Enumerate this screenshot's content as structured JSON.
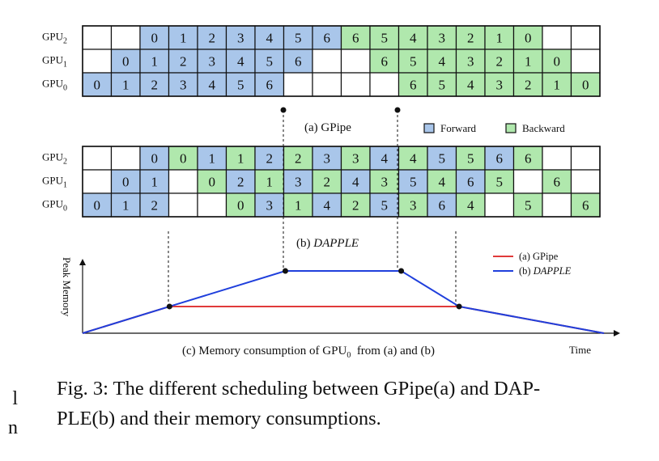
{
  "colors": {
    "forward": "#a9c6ea",
    "backward": "#b0e8ad",
    "gpipe_line": "#e03a3a",
    "dapple_line": "#1f3fdc"
  },
  "legend": {
    "forward_label": "Forward",
    "backward_label": "Backward"
  },
  "gpipe": {
    "caption": "(a) GPipe",
    "rows": [
      {
        "gpu": "GPU",
        "sub": "2",
        "cells": [
          [
            "",
            ""
          ],
          [
            "",
            ""
          ],
          [
            "F",
            "0"
          ],
          [
            "F",
            "1"
          ],
          [
            "F",
            "2"
          ],
          [
            "F",
            "3"
          ],
          [
            "F",
            "4"
          ],
          [
            "F",
            "5"
          ],
          [
            "F",
            "6"
          ],
          [
            "B",
            "6"
          ],
          [
            "B",
            "5"
          ],
          [
            "B",
            "4"
          ],
          [
            "B",
            "3"
          ],
          [
            "B",
            "2"
          ],
          [
            "B",
            "1"
          ],
          [
            "B",
            "0"
          ],
          [
            "",
            ""
          ],
          [
            "",
            ""
          ]
        ]
      },
      {
        "gpu": "GPU",
        "sub": "1",
        "cells": [
          [
            "",
            ""
          ],
          [
            "F",
            "0"
          ],
          [
            "F",
            "1"
          ],
          [
            "F",
            "2"
          ],
          [
            "F",
            "3"
          ],
          [
            "F",
            "4"
          ],
          [
            "F",
            "5"
          ],
          [
            "F",
            "6"
          ],
          [
            "",
            ""
          ],
          [
            "",
            ""
          ],
          [
            "B",
            "6"
          ],
          [
            "B",
            "5"
          ],
          [
            "B",
            "4"
          ],
          [
            "B",
            "3"
          ],
          [
            "B",
            "2"
          ],
          [
            "B",
            "1"
          ],
          [
            "B",
            "0"
          ],
          [
            "",
            ""
          ]
        ]
      },
      {
        "gpu": "GPU",
        "sub": "0",
        "cells": [
          [
            "F",
            "0"
          ],
          [
            "F",
            "1"
          ],
          [
            "F",
            "2"
          ],
          [
            "F",
            "3"
          ],
          [
            "F",
            "4"
          ],
          [
            "F",
            "5"
          ],
          [
            "F",
            "6"
          ],
          [
            "",
            ""
          ],
          [
            "",
            ""
          ],
          [
            "",
            ""
          ],
          [
            "",
            ""
          ],
          [
            "B",
            "6"
          ],
          [
            "B",
            "5"
          ],
          [
            "B",
            "4"
          ],
          [
            "B",
            "3"
          ],
          [
            "B",
            "2"
          ],
          [
            "B",
            "1"
          ],
          [
            "B",
            "0"
          ]
        ]
      }
    ]
  },
  "dapple": {
    "caption_prefix": "(b) ",
    "caption_name": "DAPPLE",
    "rows": [
      {
        "gpu": "GPU",
        "sub": "2",
        "cells": [
          [
            "",
            ""
          ],
          [
            "",
            ""
          ],
          [
            "F",
            "0"
          ],
          [
            "B",
            "0"
          ],
          [
            "F",
            "1"
          ],
          [
            "B",
            "1"
          ],
          [
            "F",
            "2"
          ],
          [
            "B",
            "2"
          ],
          [
            "F",
            "3"
          ],
          [
            "B",
            "3"
          ],
          [
            "F",
            "4"
          ],
          [
            "B",
            "4"
          ],
          [
            "F",
            "5"
          ],
          [
            "B",
            "5"
          ],
          [
            "F",
            "6"
          ],
          [
            "B",
            "6"
          ],
          [
            "",
            ""
          ],
          [
            "",
            ""
          ]
        ]
      },
      {
        "gpu": "GPU",
        "sub": "1",
        "cells": [
          [
            "",
            ""
          ],
          [
            "F",
            "0"
          ],
          [
            "F",
            "1"
          ],
          [
            "",
            ""
          ],
          [
            "B",
            "0"
          ],
          [
            "F",
            "2"
          ],
          [
            "B",
            "1"
          ],
          [
            "F",
            "3"
          ],
          [
            "B",
            "2"
          ],
          [
            "F",
            "4"
          ],
          [
            "B",
            "3"
          ],
          [
            "F",
            "5"
          ],
          [
            "B",
            "4"
          ],
          [
            "F",
            "6"
          ],
          [
            "B",
            "5"
          ],
          [
            "",
            ""
          ],
          [
            "B",
            "6"
          ],
          [
            "",
            ""
          ]
        ]
      },
      {
        "gpu": "GPU",
        "sub": "0",
        "cells": [
          [
            "F",
            "0"
          ],
          [
            "F",
            "1"
          ],
          [
            "F",
            "2"
          ],
          [
            "",
            ""
          ],
          [
            "",
            ""
          ],
          [
            "B",
            "0"
          ],
          [
            "F",
            "3"
          ],
          [
            "B",
            "1"
          ],
          [
            "F",
            "4"
          ],
          [
            "B",
            "2"
          ],
          [
            "F",
            "5"
          ],
          [
            "B",
            "3"
          ],
          [
            "F",
            "6"
          ],
          [
            "B",
            "4"
          ],
          [
            "",
            ""
          ],
          [
            "B",
            "5"
          ],
          [
            "",
            ""
          ],
          [
            "B",
            "6"
          ]
        ]
      }
    ]
  },
  "memory_chart": {
    "y_label": "Peak Memory",
    "x_label": "Time",
    "caption_prefix": "(c) Memory consumption of GPU",
    "caption_sub": "0",
    "caption_suffix": "  from (a) and (b)",
    "legend": [
      {
        "prefix": "(a) ",
        "name": "GPipe",
        "italic": false,
        "color": "#e03a3a"
      },
      {
        "prefix": "(b) ",
        "name": "DAPPLE",
        "italic": true,
        "color": "#1f3fdc"
      }
    ]
  },
  "chart_data": {
    "type": "line",
    "title": "",
    "xlabel": "Time",
    "ylabel": "Peak Memory",
    "series": [
      {
        "name": "GPipe",
        "x": [
          0,
          3,
          13,
          18
        ],
        "y": [
          0,
          1,
          1,
          0
        ]
      },
      {
        "name": "DAPPLE",
        "x": [
          0,
          3,
          7,
          11,
          13,
          18
        ],
        "y": [
          0,
          1,
          2.33,
          2.33,
          1,
          0
        ]
      }
    ]
  },
  "caption": {
    "line1": "Fig. 3: The different scheduling between GPipe(a) and DAP-",
    "line2": "PLE(b) and their memory consumptions."
  },
  "left_fragments": [
    "l",
    "n"
  ]
}
